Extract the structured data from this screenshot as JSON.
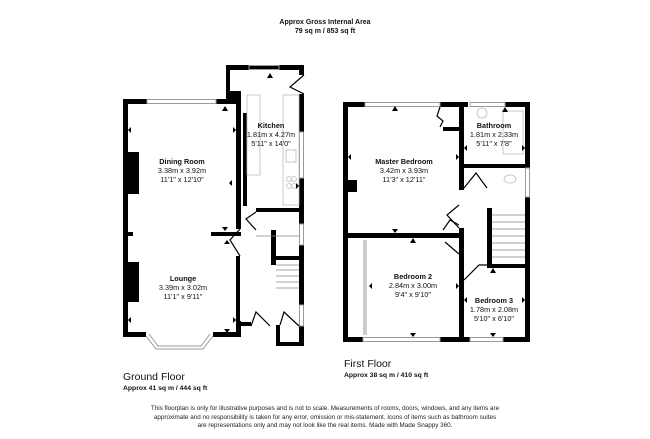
{
  "header": {
    "title": "Approx Gross Internal Area",
    "area": "79 sq m / 853 sq ft"
  },
  "ground_floor": {
    "title": "Ground Floor",
    "area": "Approx 41 sq m / 444 sq ft",
    "rooms": [
      {
        "name": "Kitchen",
        "metric": "1.81m x 4.27m",
        "imperial": "5'11\" x 14'0\""
      },
      {
        "name": "Dining Room",
        "metric": "3.38m x 3.92m",
        "imperial": "11'1\" x 12'10\""
      },
      {
        "name": "Lounge",
        "metric": "3.39m x 3.02m",
        "imperial": "11'1\" x 9'11\""
      }
    ]
  },
  "first_floor": {
    "title": "First Floor",
    "area": "Approx 38 sq m / 410 sq ft",
    "rooms": [
      {
        "name": "Master Bedroom",
        "metric": "3.42m x 3.93m",
        "imperial": "11'3\" x 12'11\""
      },
      {
        "name": "Bathroom",
        "metric": "1.81m x 2.33m",
        "imperial": "5'11\" x 7'8\""
      },
      {
        "name": "Bedroom 2",
        "metric": "2.84m x 3.00m",
        "imperial": "9'4\" x 9'10\""
      },
      {
        "name": "Bedroom 3",
        "metric": "1.78m x 2.08m",
        "imperial": "5'10\" x 6'10\""
      }
    ]
  },
  "disclaimer": {
    "line1": "This floorplan is only for illustrative purposes and is not to scale. Measurements of rooms, doors, windows, and any items are",
    "line2": "approximate and no responsibility is taken for any error, omission or mis-statement. Icons of items such as bathroom suites",
    "line3": "are representations only and may not look like the real items. Made with Made Snappy 360."
  },
  "colors": {
    "wall": "#000000",
    "window": "#bbbbbb",
    "fixture": "#999999",
    "background": "#ffffff"
  }
}
